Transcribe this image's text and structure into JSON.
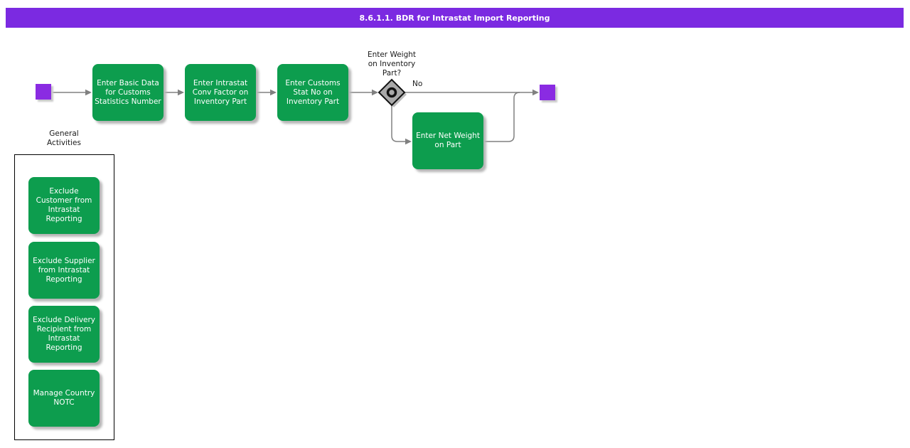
{
  "title_bar": {
    "title": "8.6.1.1. BDR for Intrastat Import Reporting"
  },
  "colors": {
    "banner-purple": "#7b2ae1",
    "activity-green": "#0d9d4e",
    "event-purple": "#8a2be2",
    "connector-gray": "#808080",
    "gateway-gray": "#a9a9a9"
  },
  "flow": {
    "start_event": {
      "type": "start"
    },
    "activities": [
      {
        "label": "Enter Basic Data\nfor Customs\nStatistics Number"
      },
      {
        "label": "Enter Intrastat\nConv Factor on\nInventory Part"
      },
      {
        "label": "Enter Customs\nStat No on\nInventory Part"
      }
    ],
    "decision": {
      "question": "Enter Weight\non Inventory\nPart?",
      "branch_label": "No"
    },
    "branch_activity": {
      "label": "Enter Net Weight\non Part"
    },
    "end_event": {
      "type": "end"
    }
  },
  "general_activities": {
    "heading": "General\nActivities",
    "items": [
      {
        "label": "Exclude\nCustomer from\nIntrastat\nReporting"
      },
      {
        "label": "Exclude Supplier\nfrom Intrastat\nReporting"
      },
      {
        "label": "Exclude Delivery\nRecipient from\nIntrastat\nReporting"
      },
      {
        "label": "Manage Country\nNOTC"
      }
    ]
  }
}
